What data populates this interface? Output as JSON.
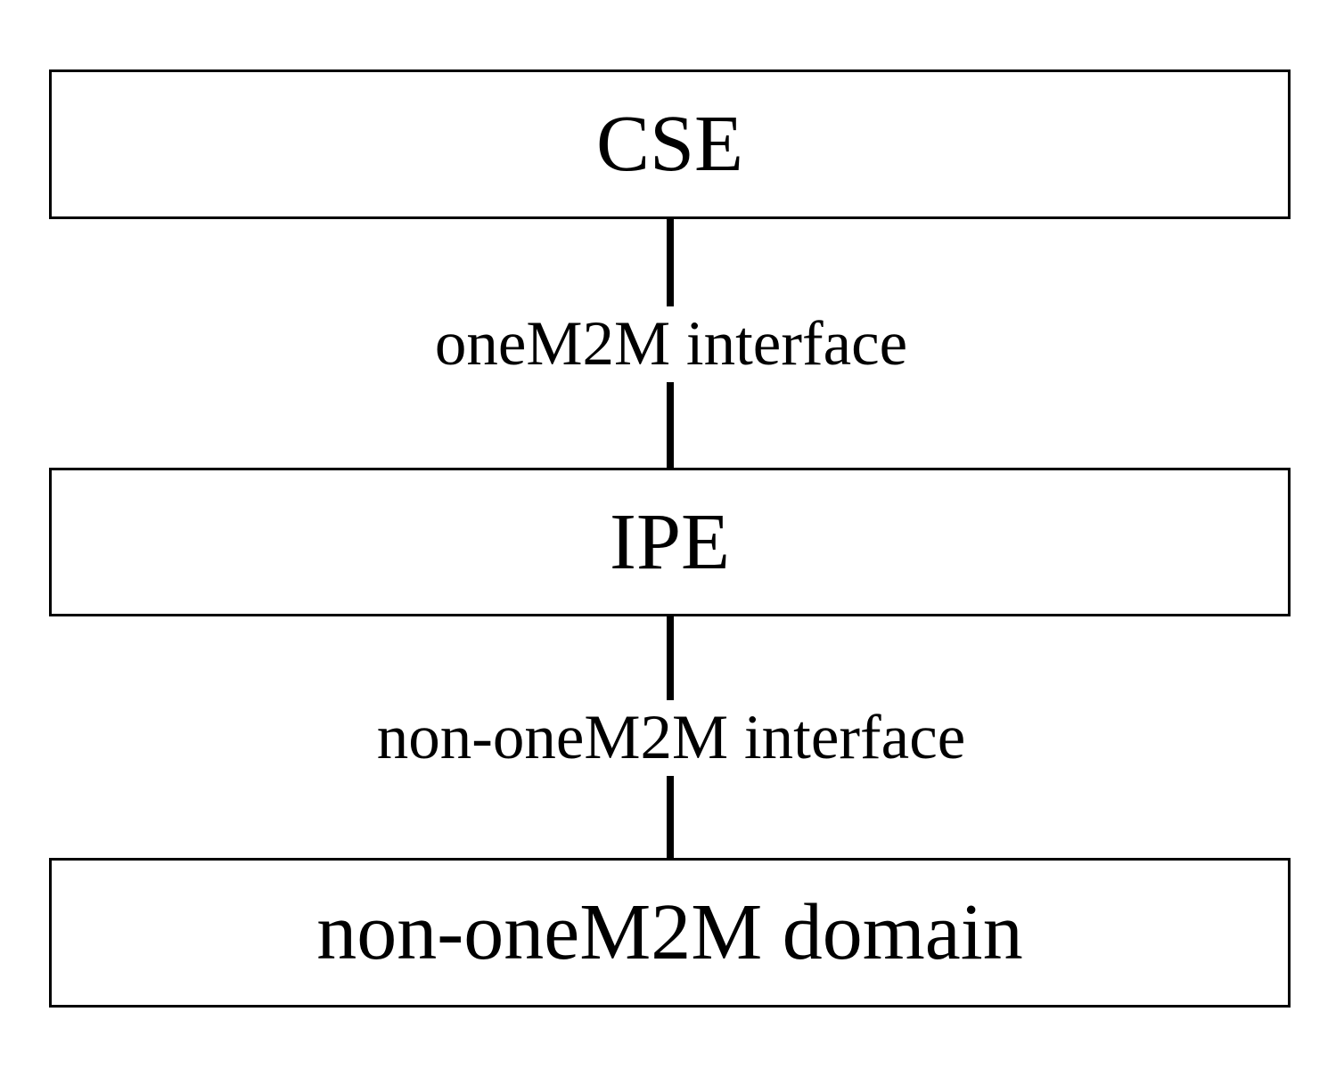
{
  "diagram": {
    "background_color": "#ffffff",
    "stroke_color": "#000000",
    "nodes": [
      {
        "id": "cse",
        "label": "CSE"
      },
      {
        "id": "ipe",
        "label": "IPE"
      },
      {
        "id": "non-onem2m-domain",
        "label": "non-oneM2M domain"
      }
    ],
    "connectors": [
      {
        "from": "cse",
        "to": "ipe",
        "label": "oneM2M interface"
      },
      {
        "from": "ipe",
        "to": "non-onem2m-domain",
        "label": "non-oneM2M interface"
      }
    ]
  }
}
